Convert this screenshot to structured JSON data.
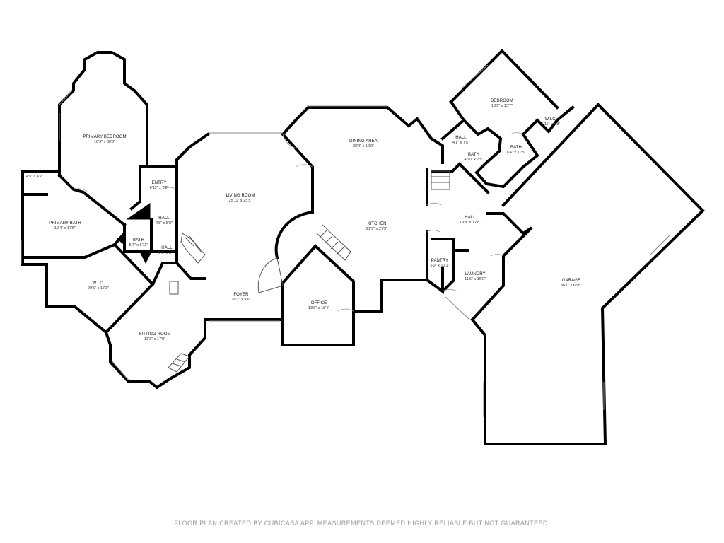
{
  "footer": "FLOOR PLAN CREATED BY CUBICASA APP. MEASUREMENTS DEEMED HIGHLY RELIABLE BUT NOT GUARANTEED.",
  "rooms": {
    "primary_bedroom": {
      "name": "PRIMARY BEDROOM",
      "dim": "16'9\" x 30'6\""
    },
    "bath_small": {
      "name": "BATH",
      "dim": "4'5\" x 4'2\""
    },
    "primary_bath": {
      "name": "PRIMARY BATH",
      "dim": "19'4\" x 17'5\""
    },
    "entry": {
      "name": "ENTRY",
      "dim": "6'11\" x 7'2\""
    },
    "hall_a": {
      "name": "HALL",
      "dim": "4'8\" x 5'8\""
    },
    "bath_mid": {
      "name": "BATH",
      "dim": "5'7\" x 6'11\""
    },
    "hall_b": {
      "name": "HALL",
      "dim": "6'6\" x 5'7\""
    },
    "wic_primary": {
      "name": "W.I.C.",
      "dim": "20'5\" x 17'3\""
    },
    "sitting_room": {
      "name": "SITTING ROOM",
      "dim": "13'3\" x 17'9\""
    },
    "living_room": {
      "name": "LIVING ROOM",
      "dim": "25'11\" x 25'5\""
    },
    "foyer": {
      "name": "FOYER",
      "dim": "20'2\" x 9'6\""
    },
    "office": {
      "name": "OFFICE",
      "dim": "13'6\" x 18'4\""
    },
    "dining_area": {
      "name": "DINING AREA",
      "dim": "28'4\" x 12'0\""
    },
    "kitchen": {
      "name": "KITCHEN",
      "dim": "21'9\" x 27'3\""
    },
    "pantry": {
      "name": "PANTRY",
      "dim": "5'0\" x 10'1\""
    },
    "laundry": {
      "name": "LAUNDRY",
      "dim": "11'6\" x 16'0\""
    },
    "hall_c": {
      "name": "HALL",
      "dim": "19'8\" x 12'8\""
    },
    "hall_d": {
      "name": "HALL",
      "dim": "4'1\" x 7'5\""
    },
    "bath_d": {
      "name": "BATH",
      "dim": "4'10\" x 7'5\""
    },
    "bath_e": {
      "name": "BATH",
      "dim": "8'4\" x 11'5\""
    },
    "bedroom": {
      "name": "BEDROOM",
      "dim": "13'9\" x 13'7\""
    },
    "wic_bedroom": {
      "name": "W.I.C.",
      "dim": "5'11\" x 5'8\""
    },
    "garage": {
      "name": "GARAGE",
      "dim": "36'1\" x 65'5\""
    }
  }
}
